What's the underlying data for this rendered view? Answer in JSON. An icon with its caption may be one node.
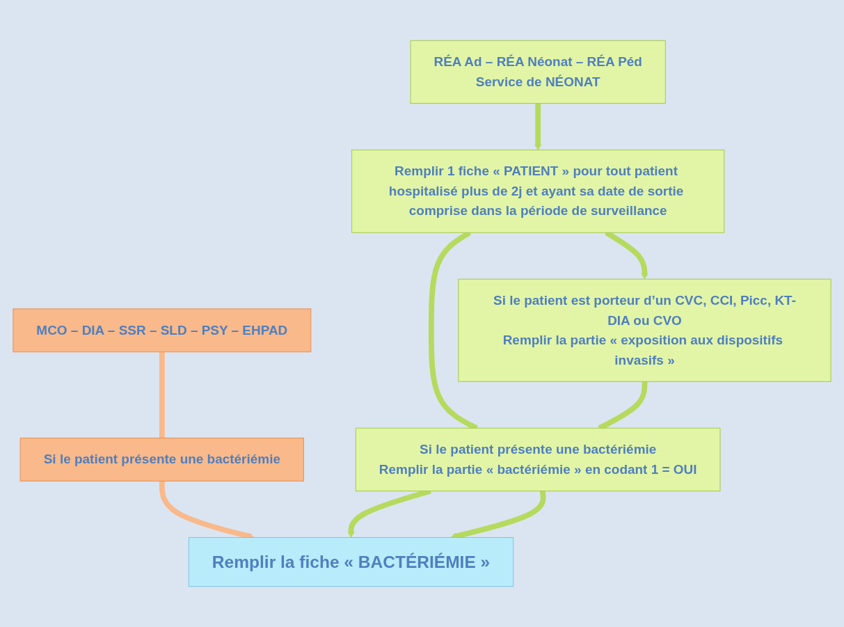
{
  "diagram": {
    "nodes": [
      {
        "text": [
          "MCO – DIA – SSR – SLD – PSY – EHPAD"
        ]
      },
      {
        "text": [
          "RÉA Ad – RÉA Néonat – RÉA Péd",
          "Service de NÉONAT"
        ]
      },
      {
        "text": [
          "Si le patient présente une bactériémie"
        ]
      },
      {
        "text": [
          "Remplir 1 fiche « PATIENT » pour tout patient hospitalisé plus de 2j et ayant sa date de sortie comprise dans la période de surveillance"
        ]
      },
      {
        "text": [
          "Si le patient est porteur d’un CVC, CCI, Picc, KT-DIA ou CVO",
          "Remplir la partie « exposition aux dispositifs invasifs »"
        ]
      },
      {
        "text": [
          "Si le patient présente une bactériémie",
          "Remplir la partie « bactériémie » en codant 1 = OUI"
        ]
      },
      {
        "text": [
          "Remplir la fiche « BACTÉRIÉMIE »"
        ]
      }
    ],
    "edges": [
      {
        "from": 0,
        "to": 2,
        "arrow": "none",
        "color": "#f9b98a"
      },
      {
        "from": 2,
        "to": 6,
        "arrow": "to",
        "color": "#f9b98a"
      },
      {
        "from": 1,
        "to": 3,
        "arrow": "to"
      },
      {
        "from": 3,
        "to": 5,
        "arrow": "none"
      },
      {
        "from": 3,
        "to": 4,
        "arrow": "to"
      },
      {
        "from": 4,
        "to": 5,
        "arrow": "none"
      },
      {
        "from": 5,
        "to": 6,
        "arrow": "to"
      },
      {
        "from": 5,
        "to": 6,
        "arrow": "to"
      }
    ]
  }
}
